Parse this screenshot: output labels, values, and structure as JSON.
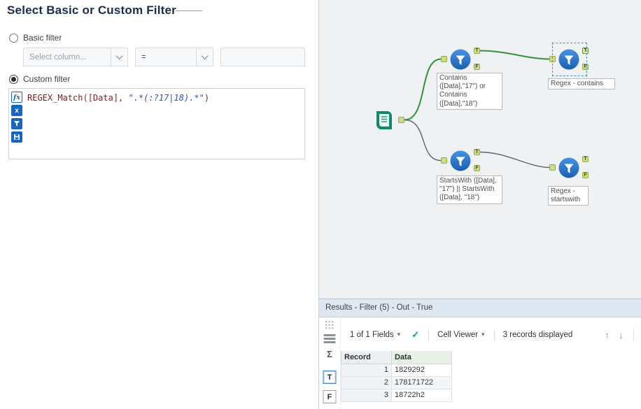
{
  "config_panel": {
    "title": "Select Basic or Custom Filter",
    "basic_filter_label": "Basic filter",
    "custom_filter_label": "Custom filter",
    "column_select_placeholder": "Select column...",
    "operator_value": "=",
    "filter_value": "",
    "expression": {
      "function_part": "REGEX_Match([Data], ",
      "string_literal": "\".*(:?17|18).*\"",
      "close_paren": ")"
    },
    "editor_icon_labels": {
      "functions": "fx",
      "columns": "x"
    }
  },
  "canvas": {
    "anchor_labels": {
      "t": "T",
      "f": "F"
    },
    "tools": {
      "filter_contains": {
        "caption": "Contains ([Data],\"17\") or Contains ([Data],\"18\")"
      },
      "filter_regex_contains": {
        "caption": "Regex - contains",
        "selected": true
      },
      "filter_startswith": {
        "caption": "StartsWith ([Data], \"17\") || StartsWith ([Data], \"18\")"
      },
      "filter_regex_startswith": {
        "caption": "Regex - startswith"
      }
    },
    "colors": {
      "wire_active": "#2e9440",
      "wire_idle": "#5f646a",
      "tool_blue": "#2b7fd6",
      "anchor_green": "#cfdc86",
      "input_teal": "#0d8a6a"
    }
  },
  "results": {
    "header_title": "Results - Filter (5) - Out - True",
    "toolbar": {
      "fields_label": "1 of 1 Fields",
      "cell_viewer_label": "Cell Viewer",
      "records_label": "3 records displayed"
    },
    "anchor_buttons": {
      "true_label": "T",
      "false_label": "F"
    },
    "icons": {
      "chevron_down": "▾",
      "checkmark": "✓",
      "arrow_up": "↑",
      "arrow_down": "↓",
      "sigma": "Σ"
    },
    "table": {
      "columns": [
        "Record",
        "Data"
      ],
      "rows": [
        {
          "record": "1",
          "data": "1829292"
        },
        {
          "record": "2",
          "data": "178171722"
        },
        {
          "record": "3",
          "data": "18722h2"
        }
      ]
    }
  }
}
